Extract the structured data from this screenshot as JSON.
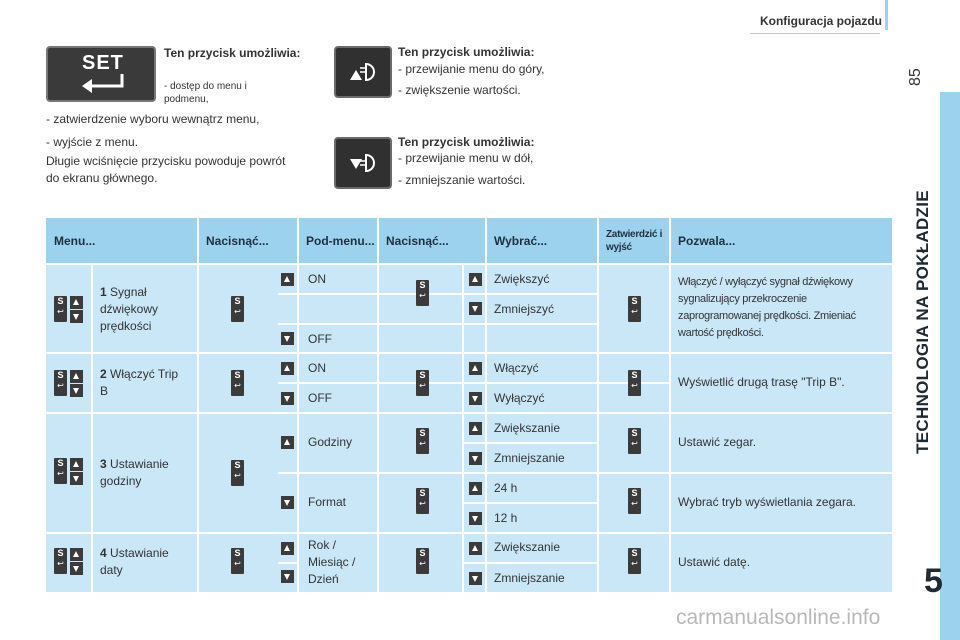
{
  "header": {
    "title": "Konfiguracja pojazdu",
    "page_number": "85"
  },
  "chapter": {
    "title": "TECHNOLOGIA NA POKŁADZIE",
    "number": "5"
  },
  "set_key": {
    "label": "SET",
    "heading": "Ten przycisk umożliwia:",
    "small_item": "- dostęp do menu i podmenu,",
    "items": [
      "- zatwierdzenie wyboru wewnątrz menu,",
      "- wyjście z menu."
    ],
    "note": "Długie wciśnięcie przycisku powoduje powrót do ekranu głównego."
  },
  "up_key": {
    "heading": "Ten przycisk umożliwia:",
    "items": [
      "- przewijanie menu do góry,",
      "- zwiększenie wartości."
    ]
  },
  "down_key": {
    "heading": "Ten przycisk umożliwia:",
    "items": [
      "- przewijanie menu w dół,",
      "- zmniejszanie wartości."
    ]
  },
  "table": {
    "headers": [
      "Menu...",
      "Nacisnąć...",
      "Pod-menu...",
      "Nacisnąć...",
      "Wybrać...",
      "Zatwierdzić i wyjść",
      "Pozwala..."
    ],
    "rows": [
      {
        "num": "1",
        "menu": "Sygnał dźwiękowy prędkości",
        "submenu": [
          "ON",
          "",
          "OFF"
        ],
        "choices": [
          "Zwiększyć",
          "Zmniejszyć"
        ],
        "result": "Włączyć / wyłączyć sygnał dźwiękowy sygnalizujący przekroczenie zaprogramowanej prędkości. Zmieniać wartość prędkości."
      },
      {
        "num": "2",
        "menu": "Włączyć Trip B",
        "submenu": [
          "ON",
          "OFF"
        ],
        "choices": [
          "Włączyć",
          "Wyłączyć"
        ],
        "result": "Wyświetlić drugą trasę \"Trip B\"."
      },
      {
        "num": "3",
        "menu": "Ustawianie godziny",
        "submenu": [
          "Godziny",
          "Format"
        ],
        "choices": [
          "Zwiększanie",
          "Zmniejszanie",
          "24 h",
          "12 h"
        ],
        "result": [
          "Ustawić zegar.",
          "Wybrać tryb wyświetlania zegara."
        ]
      },
      {
        "num": "4",
        "menu": "Ustawianie daty",
        "submenu": [
          "Rok / Miesiąc / Dzień"
        ],
        "choices": [
          "Zwiększanie",
          "Zmniejszanie"
        ],
        "result": "Ustawić datę."
      }
    ],
    "badge_letter": "S"
  },
  "watermark": "carmanualsonline.info"
}
